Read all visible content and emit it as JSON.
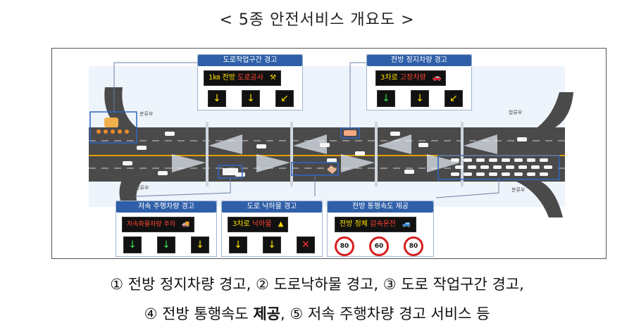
{
  "title": "< 5종 안전서비스 개요도 >",
  "panels": {
    "road_work": {
      "title": "도로작업구간 경고",
      "sign_prefix": "1㎞ 전방",
      "sign_hl": "도로공사",
      "icon": "worker-icon",
      "arrows": [
        "↓",
        "↓",
        "↙"
      ]
    },
    "stopped_vehicle": {
      "title": "전방 정지차량 경고",
      "sign_prefix": "3차로",
      "sign_hl": "고장차량",
      "icon": "broken-car-icon",
      "arrows": [
        "↓",
        "↓",
        "↙"
      ]
    },
    "slow_vehicle": {
      "title": "저속 주행차량 경고",
      "sign_hl": "저속화물차량 주의",
      "icon": "truck-icon",
      "arrows": [
        "↓",
        "↓",
        "↓"
      ]
    },
    "debris": {
      "title": "도로 낙하물 경고",
      "sign_prefix": "3차로",
      "sign_hl": "낙하물",
      "icon": "debris-icon",
      "arrows": [
        "↓",
        "↓",
        "✕"
      ]
    },
    "speed_info": {
      "title": "전방 통행속도 제공",
      "sign_prefix": "전방 정체",
      "sign_hl": "감속운전",
      "icon": "car-icon",
      "speeds": [
        "80",
        "60",
        "80"
      ]
    }
  },
  "labels": {
    "diverge": "분류부",
    "merge_top": "합류부",
    "merge_bottom": "합류부",
    "diverge_right": "분류부"
  },
  "caption": {
    "line1": "① 전방 정지차량 경고, ② 도로낙하물 경고, ③ 도로 작업구간 경고,",
    "line2_a": "④ 전방 통행속도 ",
    "line2_b": "제공",
    "line2_c": ", ⑤ 저속 주행차량 경고 서비스 등"
  }
}
